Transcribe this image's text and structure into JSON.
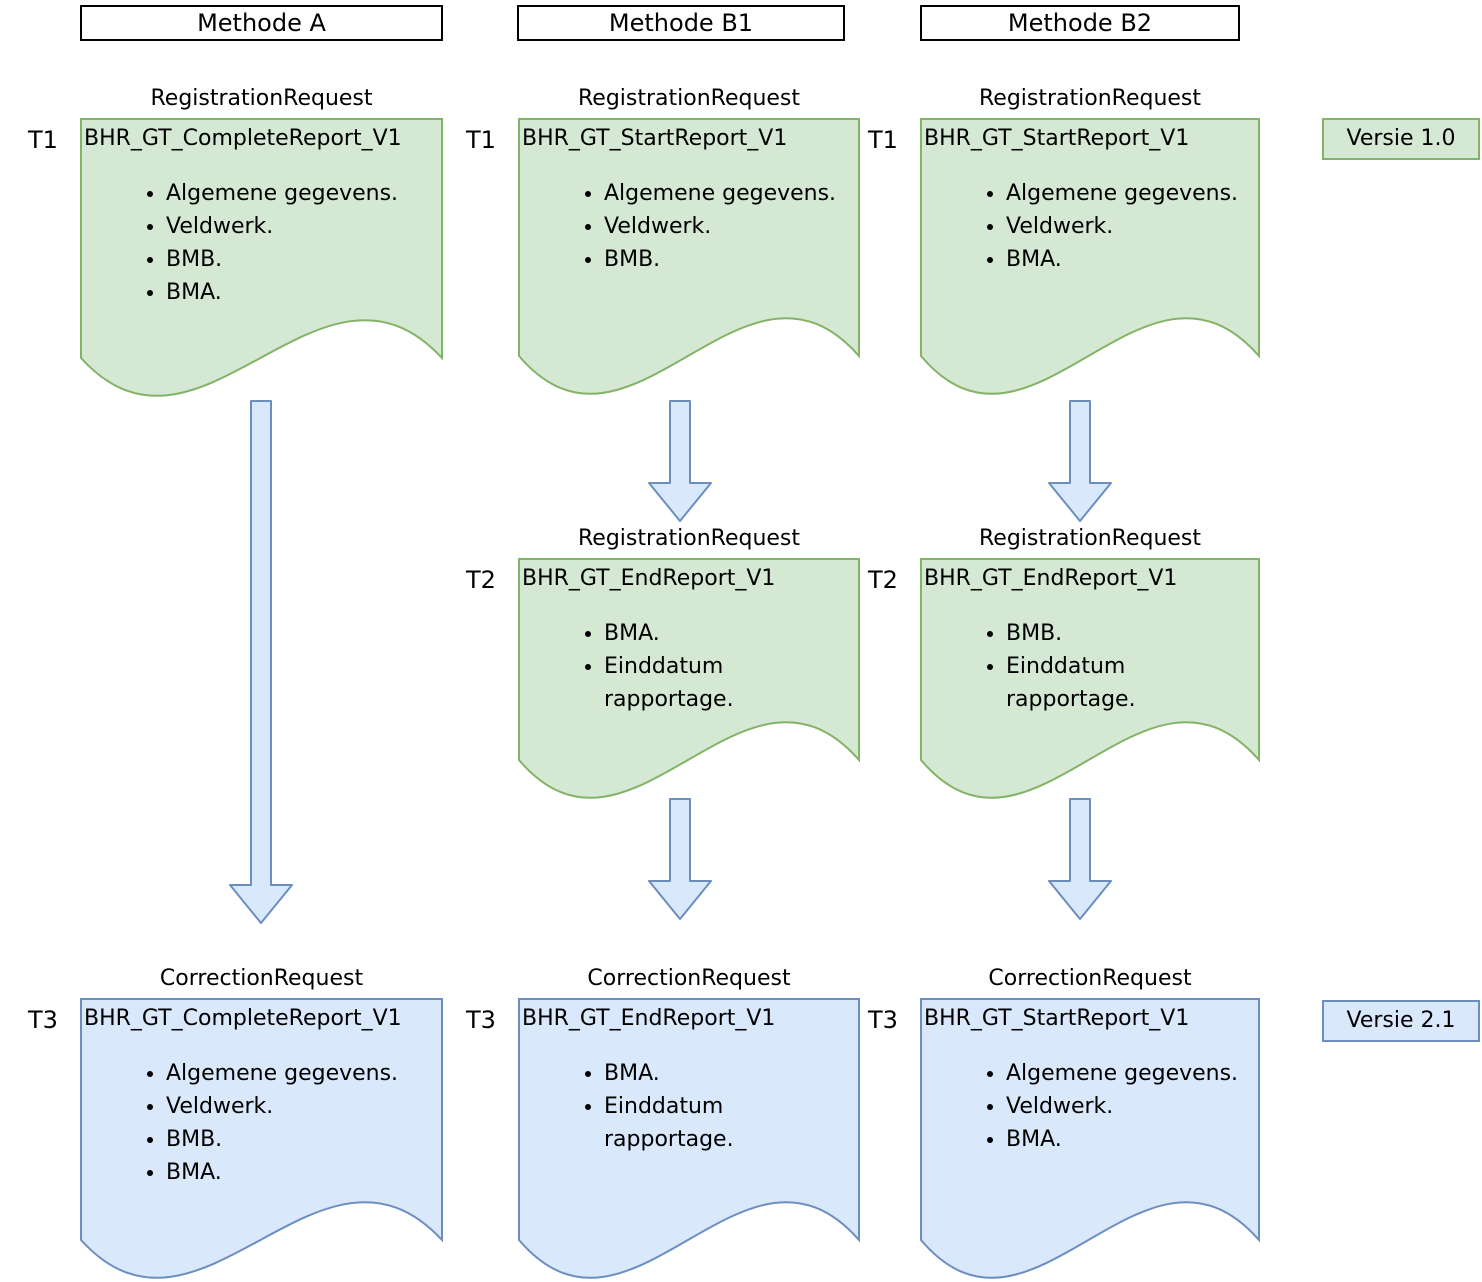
{
  "colors": {
    "green_fill": "#d5e8d4",
    "green_stroke": "#82b366",
    "blue_fill": "#dae8fc",
    "blue_stroke": "#6c8ebf",
    "header_border": "#000000"
  },
  "headers": [
    {
      "label": "Methode A"
    },
    {
      "label": "Methode B1"
    },
    {
      "label": "Methode B2"
    }
  ],
  "badges": [
    {
      "label": "Versie 1.0"
    },
    {
      "label": "Versie 2.1"
    }
  ],
  "docs": [
    {
      "time": "T1",
      "request": "RegistrationRequest",
      "title": "BHR_GT_CompleteReport_V1",
      "bullets": [
        "Algemene gegevens.",
        "Veldwerk.",
        "BMB.",
        "BMA."
      ]
    },
    {
      "time": "T1",
      "request": "RegistrationRequest",
      "title": "BHR_GT_StartReport_V1",
      "bullets": [
        "Algemene gegevens.",
        "Veldwerk.",
        "BMB."
      ]
    },
    {
      "time": "T1",
      "request": "RegistrationRequest",
      "title": "BHR_GT_StartReport_V1",
      "bullets": [
        "Algemene gegevens.",
        "Veldwerk.",
        "BMA."
      ]
    },
    {
      "time": "T2",
      "request": "RegistrationRequest",
      "title": "BHR_GT_EndReport_V1",
      "bullets": [
        "BMA.",
        "Einddatum rapportage."
      ]
    },
    {
      "time": "T2",
      "request": "RegistrationRequest",
      "title": "BHR_GT_EndReport_V1",
      "bullets": [
        "BMB.",
        "Einddatum rapportage."
      ]
    },
    {
      "time": "T3",
      "request": "CorrectionRequest",
      "title": "BHR_GT_CompleteReport_V1",
      "bullets": [
        "Algemene gegevens.",
        "Veldwerk.",
        "BMB.",
        "BMA."
      ]
    },
    {
      "time": "T3",
      "request": "CorrectionRequest",
      "title": "BHR_GT_EndReport_V1",
      "bullets": [
        "BMA.",
        "Einddatum rapportage."
      ]
    },
    {
      "time": "T3",
      "request": "CorrectionRequest",
      "title": "BHR_GT_StartReport_V1",
      "bullets": [
        "Algemene gegevens.",
        "Veldwerk.",
        "BMA."
      ]
    }
  ]
}
